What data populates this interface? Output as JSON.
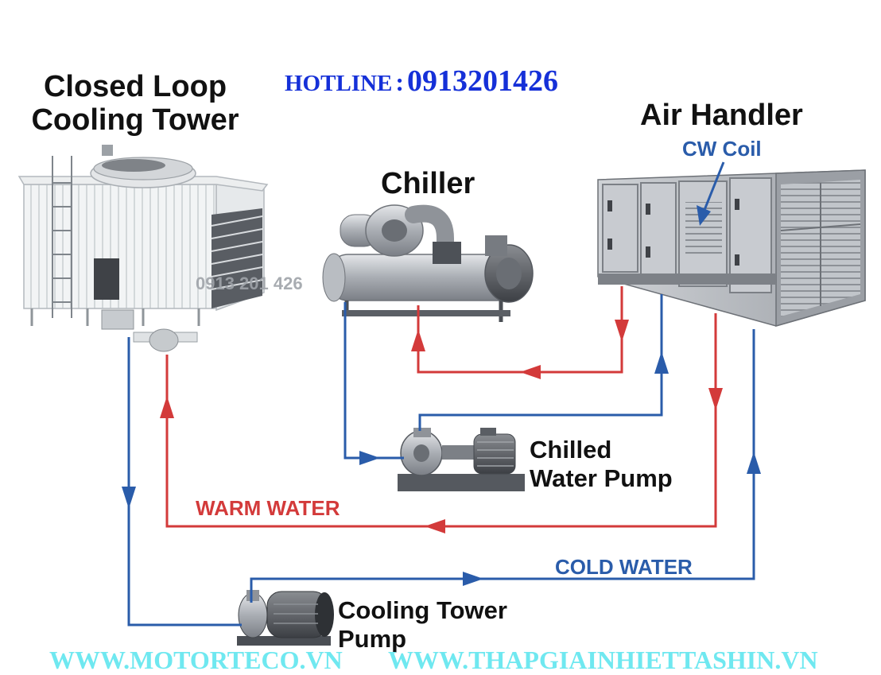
{
  "hotline": {
    "label": "HOTLINE",
    "separator": ":",
    "number": "0913201426"
  },
  "cooling_tower": {
    "title_line1": "Closed Loop",
    "title_line2": "Cooling Tower",
    "watermark": "0913 201 426"
  },
  "chiller": {
    "title": "Chiller"
  },
  "air_handler": {
    "title": "Air Handler",
    "coil_label": "CW Coil"
  },
  "chilled_water_pump": {
    "line1": "Chilled",
    "line2": "Water Pump"
  },
  "cooling_tower_pump": {
    "line1": "Cooling Tower",
    "line2": "Pump"
  },
  "flows": {
    "warm_water": "WARM WATER",
    "cold_water": "COLD WATER"
  },
  "footer": {
    "site_left": "WWW.MOTORTECO.VN",
    "site_right": "WWW.THAPGIAINHIETTASHIN.VN"
  },
  "colors": {
    "warm_pipe": "#d33a3a",
    "cold_pipe": "#2a5caa",
    "hotline_text": "#1530d8",
    "footer_text": "#6fe8f0",
    "label_text": "#111111"
  }
}
